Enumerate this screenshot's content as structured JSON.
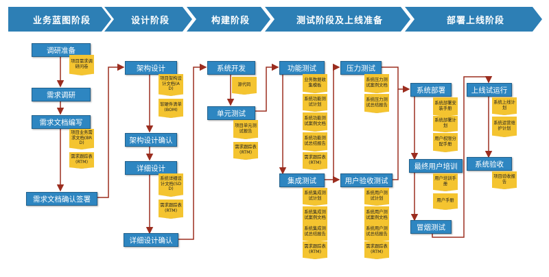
{
  "phases": [
    {
      "label": "业务蓝图阶段"
    },
    {
      "label": "设计阶段"
    },
    {
      "label": "构建阶段"
    },
    {
      "label": "测试阶段及上线准备"
    },
    {
      "label": "部署上线阶段"
    }
  ],
  "steps": {
    "research_prep": "调研准备",
    "requirement_research": "需求调研",
    "requirement_doc": "需求文档编写",
    "requirement_signoff": "需求文档确认签署",
    "arch_design": "架构设计",
    "arch_confirm": "架构设计确认",
    "detail_design": "详细设计",
    "detail_confirm": "详细设计确认",
    "system_dev": "系统开发",
    "unit_test": "单元测试",
    "function_test": "功能测试",
    "integration_test": "集成测试",
    "stress_test": "压力测试",
    "uat": "用户验收测试",
    "deploy": "系统部署",
    "final_training": "最终用户培训",
    "smoke_test": "冒烟测试",
    "go_live": "上线试运行",
    "acceptance": "系统验收"
  },
  "docs": {
    "d_questionnaire": "项目需求调研问卷",
    "d_brd": "项目业务需求文档(BRD)",
    "d_rtm1": "需求跟踪表(RTM)",
    "d_ad": "项目架构设计文档(AD)",
    "d_bom": "软硬件清单(BOM)",
    "d_sdd": "系统详细设计文档(SDD)",
    "d_rtm2": "需求跟踪表(RTM)",
    "d_source": "源代码",
    "d_unit_report": "项目单元测试报告",
    "d_rtm3": "需求跟踪表(RTM)",
    "d_data_collect": "业务数据收集模板",
    "d_ft_plan": "系统功能测试计划",
    "d_ft_case": "系统功能测试案例文档",
    "d_ft_report": "系统功能测试总结报告",
    "d_rtm4": "需求跟踪表(RTM)",
    "d_it_plan": "系统集成测试计划",
    "d_it_case": "系统集成测试案例文档",
    "d_it_report": "系统集成测试总结报告",
    "d_rtm5": "需求跟踪表(RTM)",
    "d_st_case": "系统压力测试案例文档",
    "d_st_report": "系统压力测试总结报告",
    "d_uat_plan": "系统用户测试计划",
    "d_uat_case": "系统用户测试案例文档",
    "d_uat_report": "系统用户测试总结报告",
    "d_rtm6": "需求跟踪表(RTM)",
    "d_install": "系统部署安装手册",
    "d_deploy_plan": "系统部署计划",
    "d_permission": "用户权限分配手册",
    "d_training": "用户培训手册",
    "d_user_manual": "用户手册",
    "d_golive_plan": "系统上线计划",
    "d_ops_plan": "系统运营维护计划",
    "d_accept_report": "项目验收报告"
  },
  "colors": {
    "phase": "#2d7fb5",
    "box": "#2e86c1",
    "doc": "#f4c430",
    "arrow": "#9b2d1f"
  }
}
